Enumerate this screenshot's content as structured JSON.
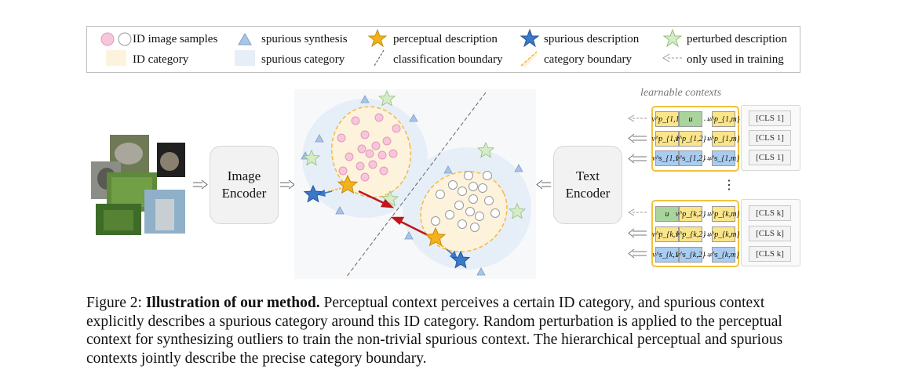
{
  "legend": {
    "id_samples": "ID image samples",
    "id_category": "ID category",
    "spurious_synthesis": "spurious synthesis",
    "spurious_category": "spurious category",
    "perceptual_description": "perceptual description",
    "classification_boundary": "classification boundary",
    "spurious_description": "spurious description",
    "category_boundary": "category boundary",
    "perturbed_description": "perturbed description",
    "only_training": "only used in training"
  },
  "image_encoder": {
    "line1": "Image",
    "line2": "Encoder"
  },
  "text_encoder": {
    "line1": "Text",
    "line2": "Encoder"
  },
  "learnable_contexts": "learnable contexts",
  "vertical_dots": "⋮",
  "groups": [
    {
      "rows": [
        {
          "tokens": [
            "v^p_{1,1}",
            "u",
            "v^p_{1,m}"
          ],
          "cls": "[CLS 1]"
        },
        {
          "tokens": [
            "v^p_{1,1}",
            "v^p_{1,2}",
            "v^p_{1,m}"
          ],
          "cls": "[CLS 1]"
        },
        {
          "tokens": [
            "v^s_{1,1}",
            "v^s_{1,2}",
            "v^s_{1,m}"
          ],
          "cls": "[CLS 1]"
        }
      ]
    },
    {
      "rows": [
        {
          "tokens": [
            "u",
            "v^p_{k,2}",
            "v^p_{k,m}"
          ],
          "cls": "[CLS k]"
        },
        {
          "tokens": [
            "v^p_{k,1}",
            "v^p_{k,2}",
            "v^p_{k,m}"
          ],
          "cls": "[CLS k]"
        },
        {
          "tokens": [
            "v^s_{k,1}",
            "v^s_{k,2}",
            "v^s_{k,m}"
          ],
          "cls": "[CLS k]"
        }
      ]
    }
  ],
  "caption": {
    "prefix": "Figure 2: ",
    "bold": "Illustration of our method.",
    "text": " Perceptual context perceives a certain ID category, and spurious context explicitly describes a spurious category around this ID category. Random perturbation is applied to the perceptual context for synthesizing outliers to train the non-trivial spurious context. The hierarchical perceptual and spurious contexts jointly describe the precise category boundary."
  },
  "colors": {
    "pink": "#f7c6dc",
    "yellow_region": "#fdf3dc",
    "blue_region": "#e6eef7",
    "gold_star": "#f2b21c",
    "blue_star": "#3b78c9",
    "green_star": "#c9e6b8",
    "red_arrow": "#c0151b",
    "orange_dash": "#f5b942"
  }
}
